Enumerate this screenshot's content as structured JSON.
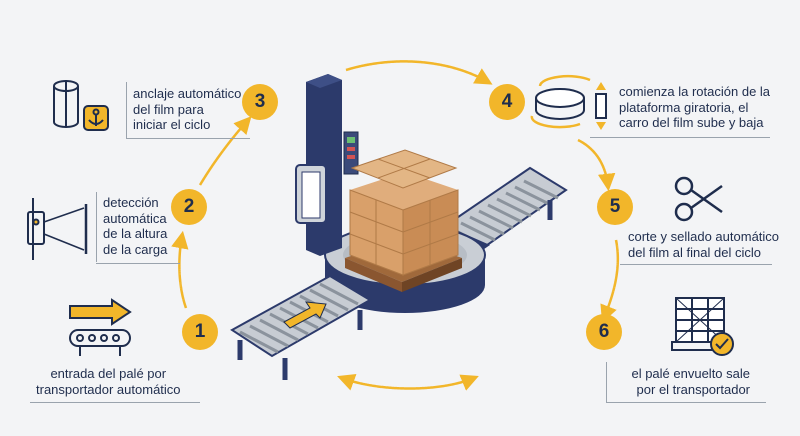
{
  "steps": [
    {
      "number": "1",
      "lines": [
        "entrada del palé por",
        "transportador automático"
      ]
    },
    {
      "number": "2",
      "lines": [
        "detección",
        "automática",
        "de la altura",
        "de la carga"
      ]
    },
    {
      "number": "3",
      "lines": [
        "anclaje automático",
        "del film para",
        "iniciar el ciclo"
      ]
    },
    {
      "number": "4",
      "lines": [
        "comienza la rotación de la",
        "plataforma giratoria, el",
        "carro del film sube y baja"
      ]
    },
    {
      "number": "5",
      "lines": [
        "corte y sellado automático",
        "del film al final del ciclo"
      ]
    },
    {
      "number": "6",
      "lines": [
        "el palé envuelto sale",
        "por el transportador"
      ]
    }
  ],
  "icons": {
    "step1": "conveyor-arrow-icon",
    "step2": "height-sensor-icon",
    "step3": "film-roll-anchor-icon",
    "step4": "rotating-platform-icon",
    "step5": "scissors-icon",
    "step6": "wrapped-pallet-check-icon"
  },
  "colors": {
    "accent": "#f2b62a",
    "navy": "#1f2d4d",
    "machine": "#2c3a6b",
    "box": "#d9a06a"
  }
}
